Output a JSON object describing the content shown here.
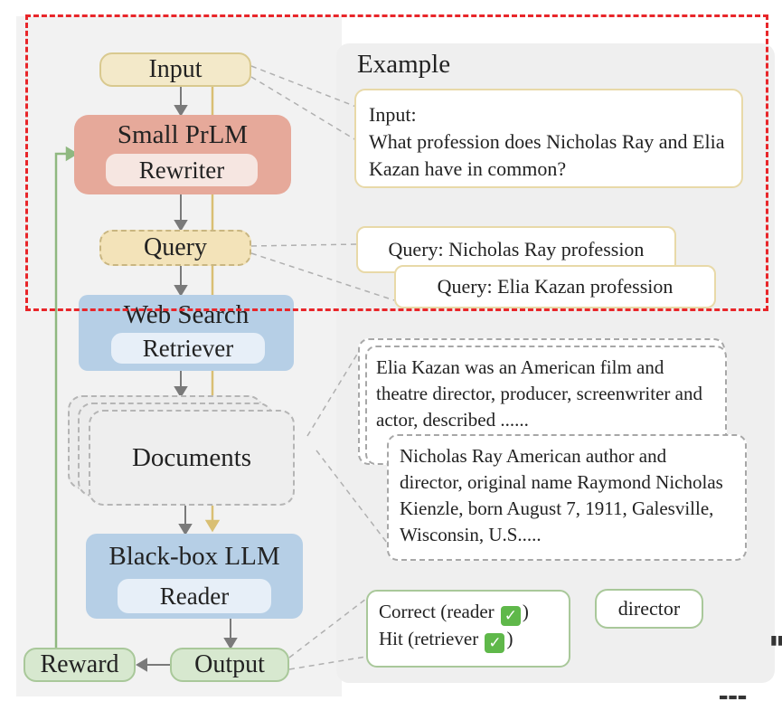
{
  "pipeline": {
    "input": "Input",
    "rewriter": {
      "title": "Small PrLM",
      "subtitle": "Rewriter"
    },
    "query": "Query",
    "retriever": {
      "title": "Web Search",
      "subtitle": "Retriever"
    },
    "documents": "Documents",
    "reader": {
      "title": "Black-box LLM",
      "subtitle": "Reader"
    },
    "output": "Output",
    "reward": "Reward"
  },
  "example": {
    "title": "Example",
    "input_label": "Input:",
    "input_text": "What profession does Nicholas Ray and Elia Kazan have in common?",
    "query_1": "Query: Nicholas Ray profession",
    "query_2": "Query: Elia Kazan profession",
    "doc_1": "Elia Kazan was an American film and theatre director, producer, screenwriter and actor, described ......",
    "doc_2": "Nicholas Ray American author and director, original name Raymond Nicholas Kienzle, born August 7, 1911, Galesville, Wisconsin, U.S.....",
    "result_correct": "Correct (reader",
    "result_hit": "Hit (retriever",
    "answer": "director"
  },
  "colors": {
    "input": "#f3e9c9",
    "rewriter": "#e6a99a",
    "retriever_reader": "#b6cfe6",
    "output_reward": "#d7e8cf",
    "highlight": "#e8262a",
    "check": "#5fb84a"
  },
  "icons": [
    "check-mark-icon"
  ]
}
